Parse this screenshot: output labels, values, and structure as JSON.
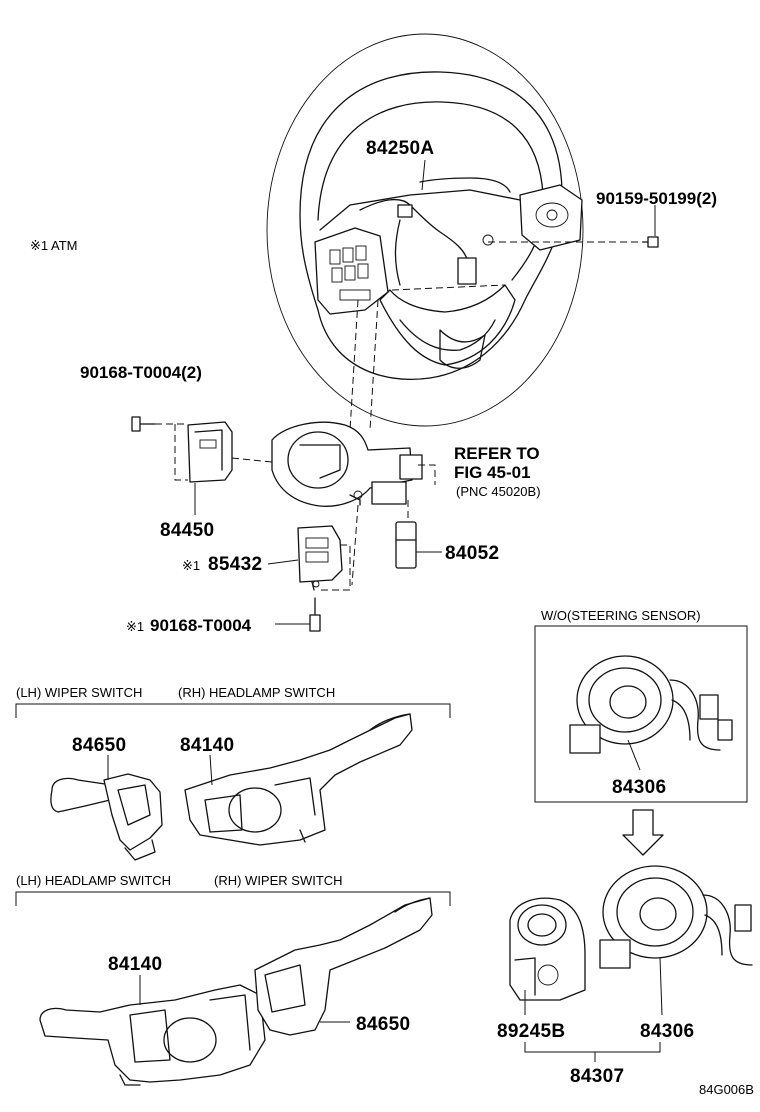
{
  "notes": {
    "atm": "※1 ATM"
  },
  "callouts": {
    "steering_wheel": "84250A",
    "screw_wheel": "90159-50199(2)",
    "screw_switch": "90168-T0004(2)",
    "switch_left": "84450",
    "refer_line1": "REFER TO",
    "refer_line2": "FIG 45-01",
    "refer_line3": "(PNC 45020B)",
    "sensor_part_mark": "※1",
    "sensor_part": "85432",
    "connector": "84052",
    "screw_bottom_mark": "※1",
    "screw_bottom": "90168-T0004",
    "lh_wiper": "84650",
    "rh_headlamp": "84140",
    "lh_headlamp": "84140",
    "rh_wiper": "84650",
    "spiral_top": "84306",
    "sensor_ring": "89245B",
    "spiral_bottom": "84306",
    "assembly": "84307",
    "diagram_code": "84G006B"
  },
  "captions": {
    "group1_left": "(LH) WIPER SWITCH",
    "group1_right": "(RH) HEADLAMP SWITCH",
    "group2_left": "(LH) HEADLAMP SWITCH",
    "group2_right": "(RH) WIPER SWITCH",
    "box_title": "W/O(STEERING SENSOR)"
  }
}
